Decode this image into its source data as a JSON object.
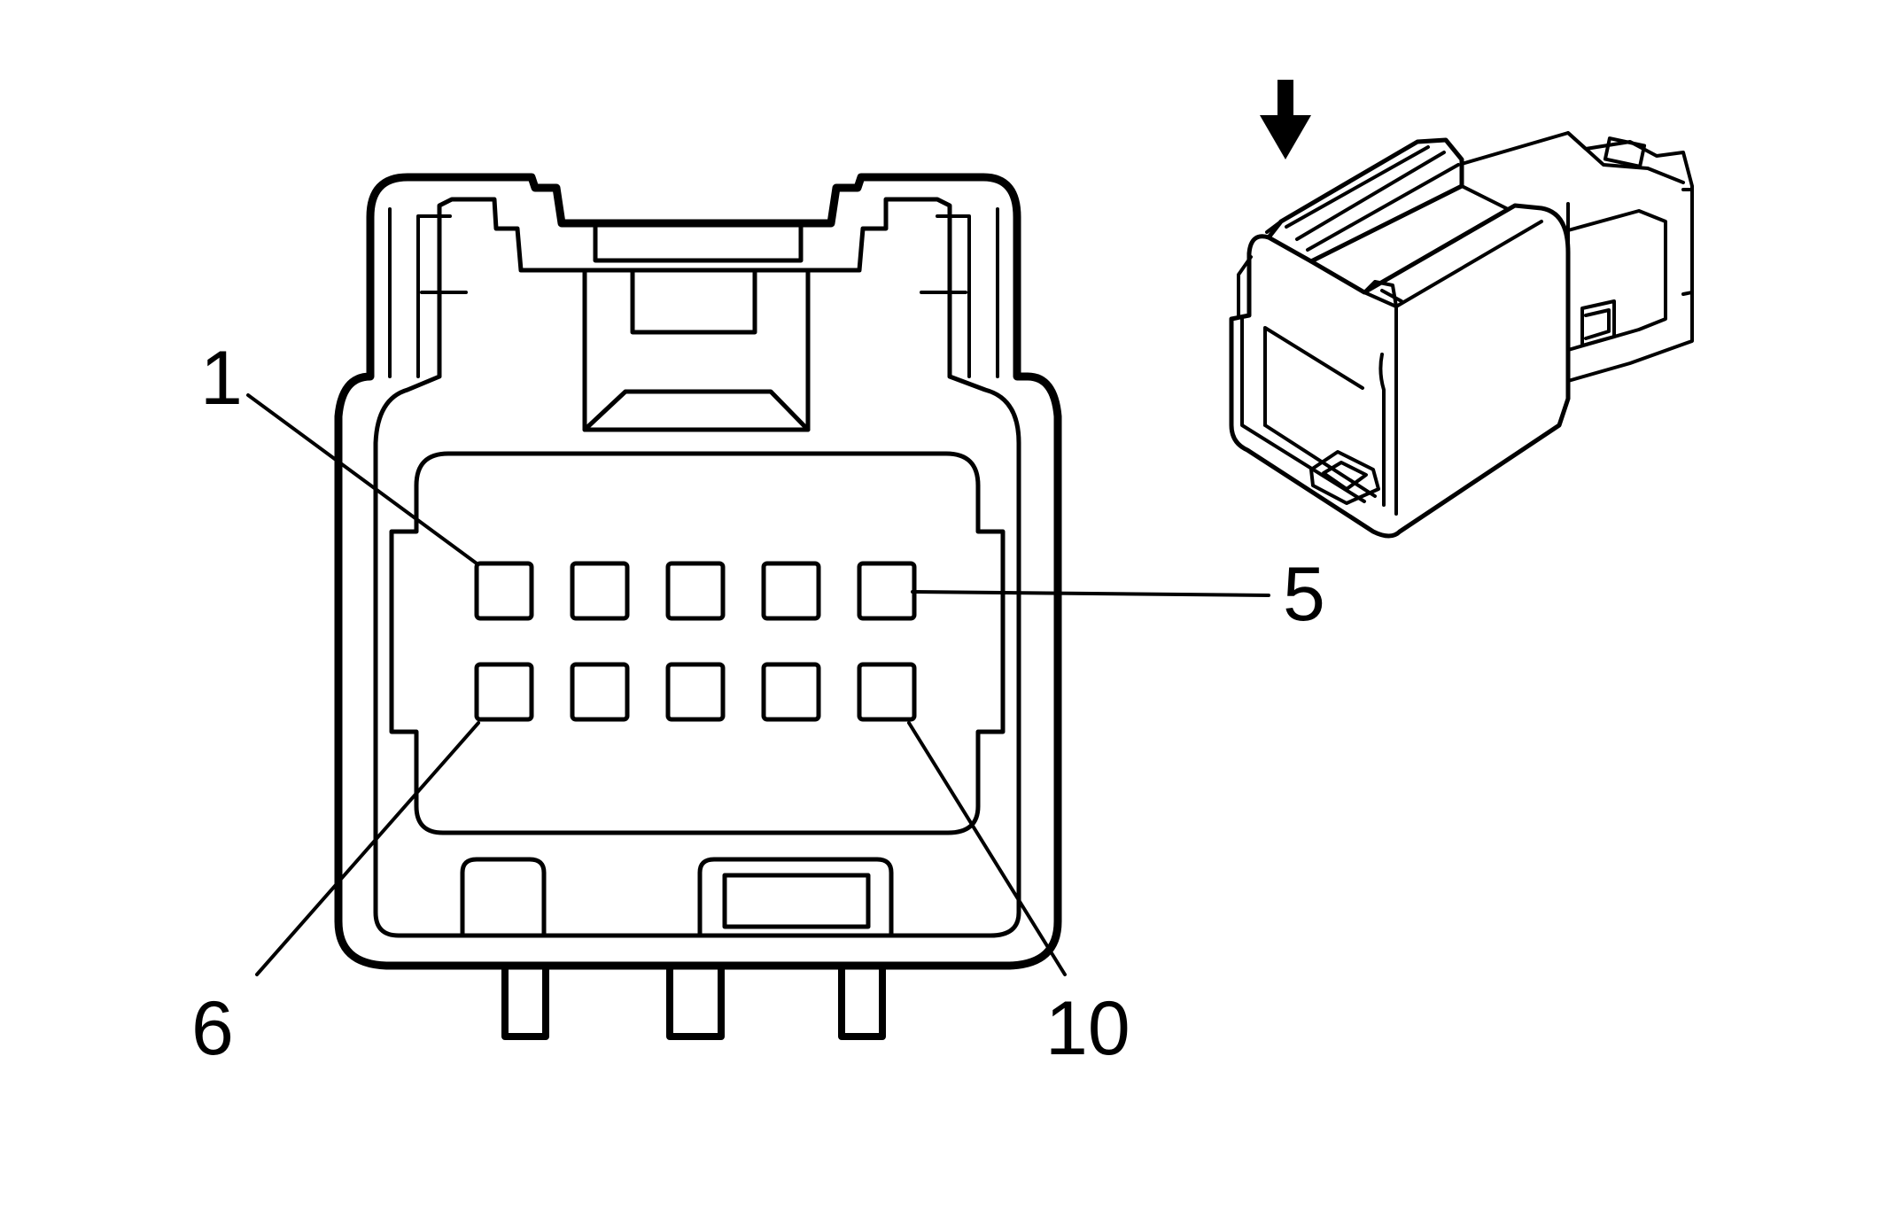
{
  "labels": {
    "pin_first_top": "1",
    "pin_last_top": "5",
    "pin_first_bottom": "6",
    "pin_last_bottom": "10"
  },
  "connector": {
    "pin_rows": 2,
    "pins_per_row": 5,
    "total_pins": 10
  },
  "colors": {
    "line": "#000000",
    "background": "#ffffff"
  },
  "icons": {
    "view_direction": "arrow-down-icon"
  }
}
